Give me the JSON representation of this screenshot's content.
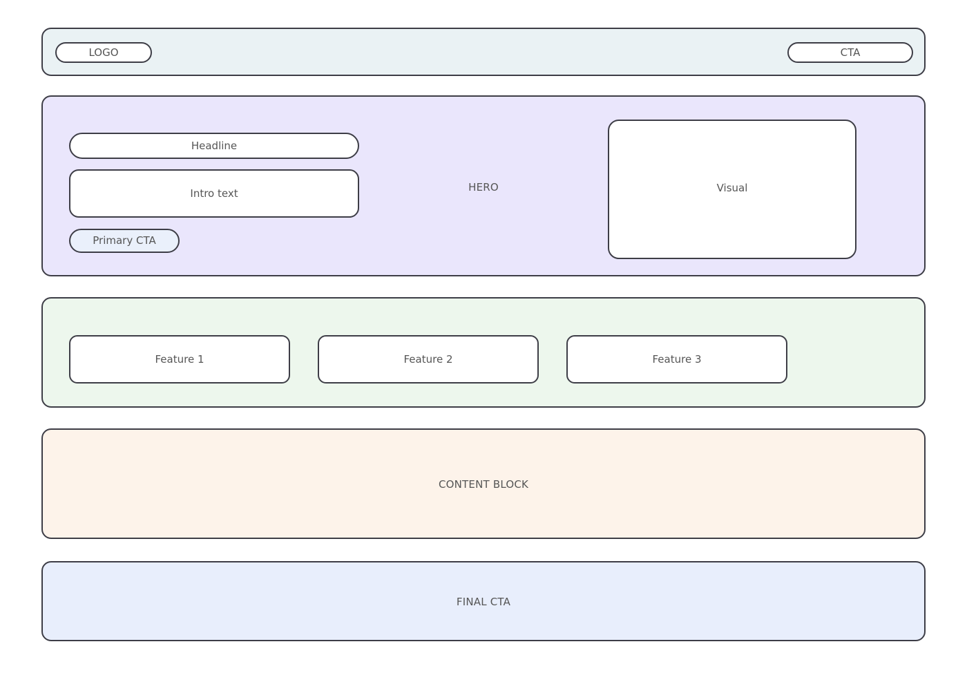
{
  "page": {
    "kind": "landing-page-wireframe",
    "background": "#ffffff",
    "border_color": "#3d3d46",
    "text_color": "#555555"
  },
  "header": {
    "background": "#eaf2f4",
    "logo_label": "LOGO",
    "cta_label": "CTA"
  },
  "hero": {
    "background": "#eae6fc",
    "section_label": "HERO",
    "headline_label": "Headline",
    "intro_label": "Intro text",
    "primary_cta_label": "Primary CTA",
    "primary_cta_fill": "#eaf0fb",
    "visual_label": "Visual"
  },
  "features": {
    "background": "#edf7ed",
    "cards": [
      {
        "label": "Feature 1"
      },
      {
        "label": "Feature 2"
      },
      {
        "label": "Feature 3"
      }
    ]
  },
  "content": {
    "background": "#fdf3ea",
    "label": "CONTENT BLOCK"
  },
  "final_cta": {
    "background": "#e8eefc",
    "label": "FINAL CTA"
  }
}
